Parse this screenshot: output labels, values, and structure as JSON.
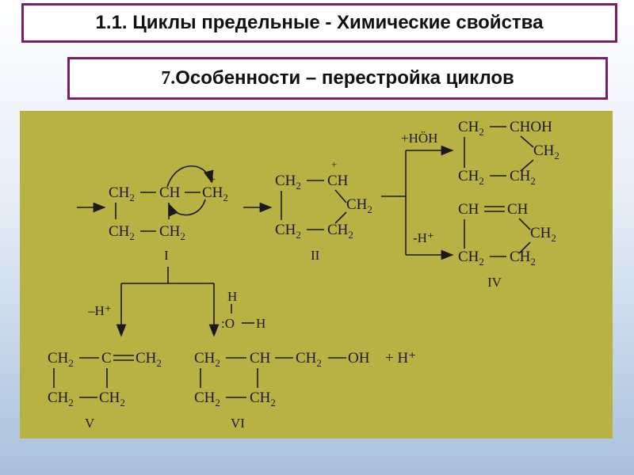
{
  "header": {
    "title": "1.1. Циклы предельные - Химические свойства",
    "subtitle_number": "7.",
    "subtitle_text": " Особенности – перестройка циклов"
  },
  "scheme": {
    "labels": {
      "I": "I",
      "II": "II",
      "IV": "IV",
      "V": "V",
      "VI": "VI"
    },
    "reagents": {
      "water": "+HÖH",
      "minus_h_right": "-H⁺",
      "minus_h_left": "–H⁺",
      "water_h": "H",
      "water_o": ":O",
      "water_h2": "H",
      "plus_h": "+ H⁺"
    },
    "charges": {
      "plus": "+"
    },
    "groups": {
      "CH2": "CH",
      "CH": "CH",
      "C": "C",
      "CHOH": "CHOH",
      "OH": "OH",
      "sub2": "2"
    }
  }
}
